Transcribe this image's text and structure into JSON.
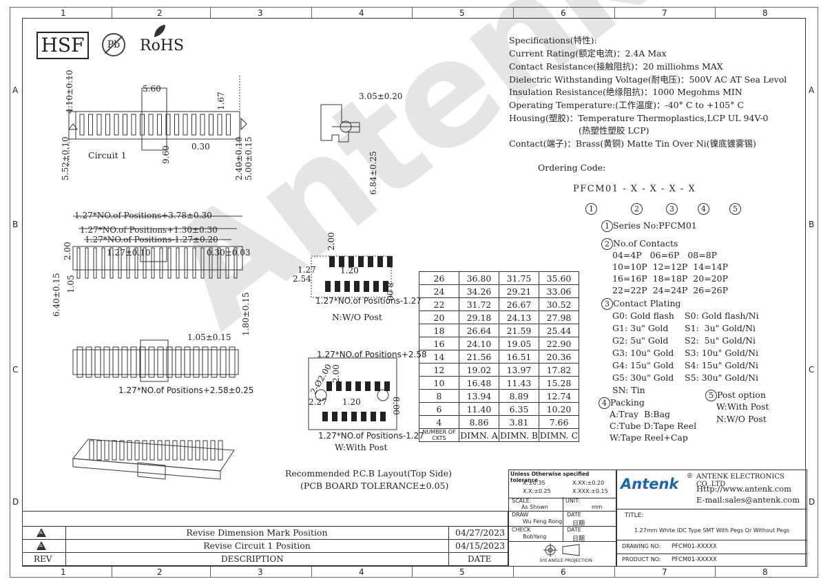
{
  "zones": {
    "cols": [
      "1",
      "2",
      "3",
      "4",
      "5",
      "6",
      "7",
      "8"
    ],
    "rows": [
      "A",
      "B",
      "C",
      "D"
    ]
  },
  "logos": {
    "hsf": "HSF",
    "pb": "Pb",
    "rohs": "RoHS"
  },
  "watermark": "Antenk",
  "specs": {
    "heading": "Specifications(特性):",
    "lines": [
      "Current Rating(额定电流)：2.4A Max",
      "Contact Resistance(接触阻抗)：20 milliohms MAX",
      "Dielectric Withstanding Voltage(耐电压)：500V AC AT Sea Levol",
      "Insulation Resistance(绝缘阻抗)：1000  Megohms MIN",
      "Operating Temperature:(工作温度)：-40° C  to  +105° C",
      "Housing(塑胶)：Temperature Thermoplastics,LCP UL 94V-0",
      "(热塑性塑胶 LCP)",
      "Contact(端子)：Brass(黄铜) Matte Tin Over Ni(镍底镀雾锡)"
    ]
  },
  "ordering": {
    "heading": "Ordering Code:",
    "code": "PFCM01 - X - X - X - X",
    "markers": [
      "1",
      "2",
      "3",
      "4",
      "5"
    ],
    "series": "Series No:PFCM01",
    "contacts_title": "No.of Contacts",
    "contacts": [
      "04=4P   06=6P   08=8P",
      "10=10P  12=12P  14=14P",
      "16=16P  18=18P  20=20P",
      "22=22P  24=24P  26=26P"
    ],
    "plating_title": "Contact Plating",
    "plating": [
      [
        "G0: Gold flash",
        "S0: Gold flash/Ni"
      ],
      [
        "G1: 3u\" Gold",
        "S1:  3u\" Gold/Ni"
      ],
      [
        "G2: 5u\" Gold",
        "S2:  5u\" Gold/Ni"
      ],
      [
        "G3: 10u\" Gold",
        "S3: 10u\" Gold/Ni"
      ],
      [
        "G4: 15u\" Gold",
        "S4: 15u\" Gold/Ni"
      ],
      [
        "G5: 30u\" Gold",
        "S5: 30u\" Gold/Ni"
      ],
      [
        "SN: Tin",
        ""
      ]
    ],
    "packing_title": "Packing",
    "packing": [
      "A:Tray  B:Bag",
      "C:Tube D:Tape Reel",
      "W:Tape Reel+Cap"
    ],
    "post_title": "Post option",
    "post": [
      "W:With Post",
      "N:W/O Post"
    ]
  },
  "dims": {
    "top_a": [
      "5.60",
      "4.10±0.10",
      "1.67",
      "0.30",
      "5.52±0.10",
      "9.60",
      "2.40±0.10",
      "5.00±0.15",
      "Circuit 1"
    ],
    "side": [
      "3.05±0.20",
      "6.84±0.25"
    ],
    "front": [
      "1.27*NO.of Positions+3.78±0.30",
      "1.27*NO.of Positions+1.30±0.30",
      "1.27*NO.of Positions-1.27±0.20",
      "1.27±0.10",
      "2.00",
      "0.30±0.03",
      "6.40±0.15",
      "1.05"
    ],
    "bottom": [
      "1.05±0.15",
      "1.80±0.15",
      "1.27*NO.of Positions+2.58±0.25"
    ],
    "pcb_nwo": [
      "2.00",
      "1.27",
      "1.20",
      "2.54",
      "8.00",
      "1.27*NO.of Positions-1.27",
      "N:W/O Post"
    ],
    "pcb_w": [
      "1.27*NO.of Positions+2.58",
      "2.00",
      "2-Ø2.00",
      "2.27",
      "1.20",
      "8.00",
      "1.27*NO.of Positions-1.27",
      "W:With Post"
    ],
    "recommended": [
      "Recommended P.C.B Layout(Top Side)",
      "(PCB BOARD TOLERANCE±0.05)"
    ]
  },
  "dim_table": {
    "rows": [
      [
        "26",
        "36.80",
        "31.75",
        "35.60"
      ],
      [
        "24",
        "34.26",
        "29.21",
        "33.06"
      ],
      [
        "22",
        "31.72",
        "26.67",
        "30.52"
      ],
      [
        "20",
        "29.18",
        "24.13",
        "27.98"
      ],
      [
        "18",
        "26.64",
        "21.59",
        "25.44"
      ],
      [
        "16",
        "24.10",
        "19.05",
        "22.90"
      ],
      [
        "14",
        "21.56",
        "16.51",
        "20.36"
      ],
      [
        "12",
        "19.02",
        "13.97",
        "17.82"
      ],
      [
        "10",
        "16.48",
        "11.43",
        "15.28"
      ],
      [
        "8",
        "13.94",
        "8.89",
        "12.74"
      ],
      [
        "6",
        "11.40",
        "6.35",
        "10.20"
      ],
      [
        "4",
        "8.86",
        "3.81",
        "7.66"
      ]
    ],
    "header": [
      "NUMBER OF CKTS",
      "DIMN. A",
      "DIMN. B",
      "DIMN. C"
    ]
  },
  "title_block": {
    "tolerance_title": "Unless Otherwise specified tolerance",
    "tol": [
      "X.±0.35",
      "X.XX:±0.20",
      "X.X:±0.25",
      "X.XXX:±0.15"
    ],
    "scale_label": "SCALE:",
    "scale": "As Shown",
    "unit_label": "UNIT:",
    "unit": "mm",
    "draw_label": "DRAW",
    "draw": "Wu Feng Rong",
    "date_label": "DATE",
    "date_val": "日期",
    "check_label": "CHECK",
    "check": "BobYang",
    "date_label2": "DATE",
    "date_val2": "日期",
    "projection": "3rd ANGLE PROJECTION",
    "company": "ANTENK ELECTRONICS CO,.LTD",
    "website": "Http://www.antenk.com",
    "email": "E-mail:sales@antenk.com",
    "brand": "Antenk",
    "title_label": "TITLE:",
    "title": "1.27mm White IDC Type SMT With Pegs Or Without Pegs",
    "drawing_no_label": "DRAWING NO:",
    "drawing_no": "PFCM01-XXXXX",
    "product_no_label": "PRODUCT NO:",
    "product_no": "PFCM01-XXXXX"
  },
  "revisions": {
    "rows": [
      {
        "rev": "A",
        "desc": "Revise Dimension Mark Position",
        "date": "04/27/2023"
      },
      {
        "rev": "A",
        "desc": "Revise Circuit 1 Position",
        "date": "04/15/2023"
      }
    ],
    "header": {
      "rev": "REV",
      "desc": "DESCRIPTION",
      "date": "DATE"
    }
  }
}
